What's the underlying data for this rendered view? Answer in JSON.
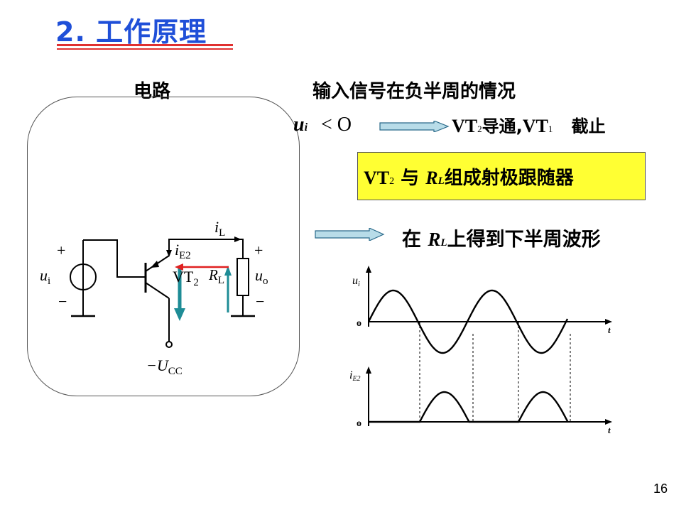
{
  "title": "2. 工作原理",
  "circuit_label": "电路",
  "analysis_heading": "输入信号在负半周的情况",
  "condition": {
    "u_letter": "u",
    "u_sub": "i",
    "relation": "< O",
    "result_a": "VT",
    "result_a_sub": "2",
    "result_conduct": "导通,",
    "result_b": "VT",
    "result_b_sub": "1",
    "result_cutoff": "截止"
  },
  "follower_box": {
    "vt": "VT",
    "vt_sub": "2",
    "with": " 与 ",
    "r": "R",
    "r_sub": "L",
    "rest": "组成射极跟随器"
  },
  "result_line": {
    "prefix": "在 ",
    "r": "R",
    "r_sub": "L",
    "rest": "上得到下半周波形"
  },
  "circuit": {
    "il": "i",
    "il_sub": "L",
    "ie2": "i",
    "ie2_sub": "E2",
    "vt": "VT",
    "vt_sub": "2",
    "rl": "R",
    "rl_sub": "L",
    "ui": "u",
    "ui_sub": "i",
    "uo": "u",
    "uo_sub": "o",
    "plus": "+",
    "minus": "−",
    "ucc": "−U",
    "ucc_sub": "CC"
  },
  "waveforms": {
    "top_label": "u",
    "top_label_sub": "i",
    "bottom_label": "i",
    "bottom_label_sub": "E2",
    "origin": "o",
    "axis_t": "t"
  },
  "page_number": "16",
  "colors": {
    "title": "#1f4fd8",
    "rule": "#e03030",
    "highlight": "#ffff33",
    "arrow_teal": "#1e8c96",
    "arrow_red": "#e02020"
  }
}
